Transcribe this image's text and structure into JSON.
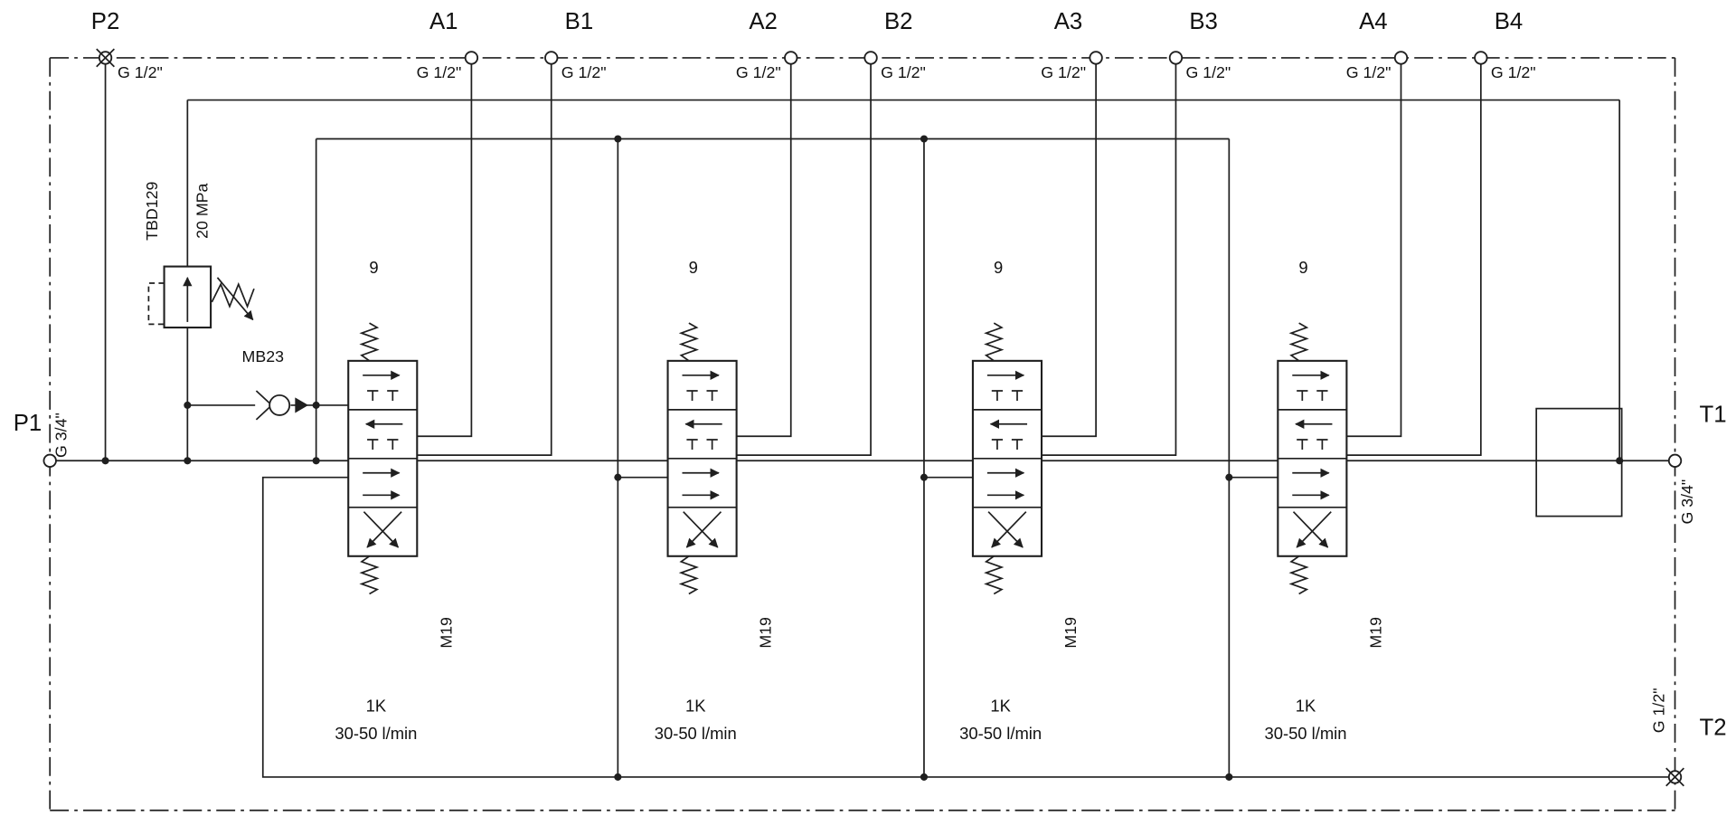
{
  "diagram": {
    "top_ports": [
      {
        "label": "P2",
        "thread": "G 1/2\"",
        "plugged": true
      },
      {
        "label": "A1",
        "thread": "G 1/2\"",
        "plugged": false
      },
      {
        "label": "B1",
        "thread": "G 1/2\"",
        "plugged": false
      },
      {
        "label": "A2",
        "thread": "G 1/2\"",
        "plugged": false
      },
      {
        "label": "B2",
        "thread": "G 1/2\"",
        "plugged": false
      },
      {
        "label": "A3",
        "thread": "G 1/2\"",
        "plugged": false
      },
      {
        "label": "B3",
        "thread": "G 1/2\"",
        "plugged": false
      },
      {
        "label": "A4",
        "thread": "G 1/2\"",
        "plugged": false
      },
      {
        "label": "B4",
        "thread": "G 1/2\"",
        "plugged": false
      }
    ],
    "left_port": {
      "label": "P1",
      "thread": "G 3/4\""
    },
    "right_ports": {
      "t1": {
        "label": "T1",
        "thread": "G 3/4\"",
        "plugged": false
      },
      "t2": {
        "label": "T2",
        "thread": "G 1/2\"",
        "plugged": true
      }
    },
    "relief_valve": {
      "model": "TBD129",
      "setting": "20 MPa"
    },
    "check_valve": {
      "model": "MB23"
    },
    "sections": [
      {
        "positions": "9",
        "spool_code": "M19",
        "spool_type": "1K",
        "flow_range": "30-50 l/min"
      },
      {
        "positions": "9",
        "spool_code": "M19",
        "spool_type": "1K",
        "flow_range": "30-50 l/min"
      },
      {
        "positions": "9",
        "spool_code": "M19",
        "spool_type": "1K",
        "flow_range": "30-50 l/min"
      },
      {
        "positions": "9",
        "spool_code": "M19",
        "spool_type": "1K",
        "flow_range": "30-50 l/min"
      }
    ]
  }
}
